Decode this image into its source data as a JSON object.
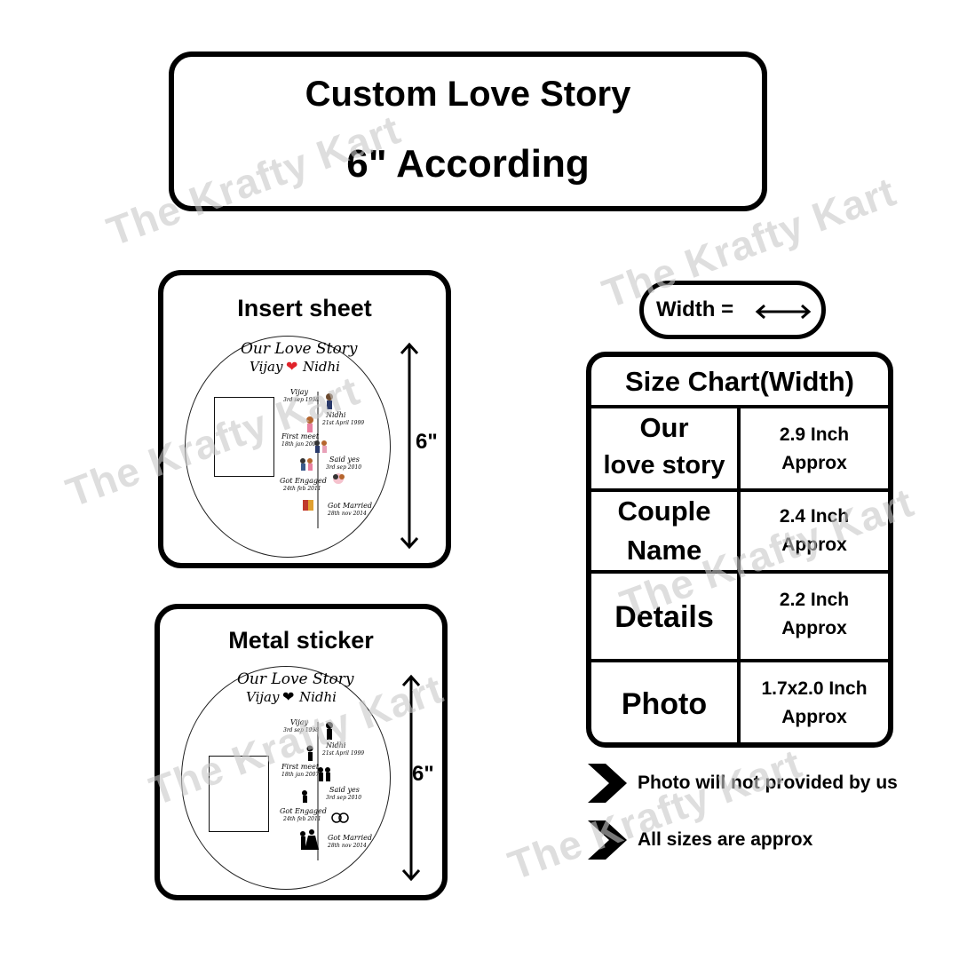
{
  "title": {
    "line1": "Custom Love Story",
    "line2": "6\" According"
  },
  "watermark": "The Krafty Kart",
  "insert_sheet": {
    "title": "Insert sheet",
    "dimension": "6\"",
    "design": {
      "heading": "Our Love Story",
      "name_left": "Vijay",
      "name_right": "Nidhi",
      "events": [
        {
          "label": "Vijay",
          "date": "3rd sep 1998"
        },
        {
          "label": "Nidhi",
          "date": "21st April 1999"
        },
        {
          "label": "First meet",
          "date": "18th jan 2007"
        },
        {
          "label": "Said yes",
          "date": "3rd sep 2010"
        },
        {
          "label": "Got Engaged",
          "date": "24th feb 2011"
        },
        {
          "label": "Got Married",
          "date": "28th nov 2014"
        }
      ]
    }
  },
  "metal_sticker": {
    "title": "Metal sticker",
    "dimension": "6\"",
    "design": {
      "heading": "Our Love Story",
      "name_left": "Vijay",
      "name_right": "Nidhi",
      "events": [
        {
          "label": "Vijay",
          "date": "3rd sep 1998"
        },
        {
          "label": "Nidhi",
          "date": "21st April 1999"
        },
        {
          "label": "First meet",
          "date": "18th jan 2007"
        },
        {
          "label": "Said yes",
          "date": "3rd sep 2010"
        },
        {
          "label": "Got Engaged",
          "date": "24th feb 2011"
        },
        {
          "label": "Got Married",
          "date": "28th nov 2014"
        }
      ]
    }
  },
  "width_legend": {
    "label": "Width ="
  },
  "size_chart": {
    "title": "Size Chart(Width)",
    "rows": [
      {
        "item_line1": "Our",
        "item_line2": "love story",
        "size_line1": "2.9 Inch",
        "size_line2": "Approx"
      },
      {
        "item_line1": "Couple",
        "item_line2": "Name",
        "size_line1": "2.4  Inch",
        "size_line2": "Approx"
      },
      {
        "item_line1": "Details",
        "item_line2": "",
        "size_line1": "2.2  Inch",
        "size_line2": "Approx"
      },
      {
        "item_line1": "Photo",
        "item_line2": "",
        "size_line1": "1.7x2.0 Inch",
        "size_line2": "Approx"
      }
    ]
  },
  "notes": [
    "Photo will not provided by us",
    "All sizes are approx"
  ],
  "colors": {
    "border": "#000000",
    "heart": "#e0232a",
    "watermark": "#c9c9c9"
  }
}
